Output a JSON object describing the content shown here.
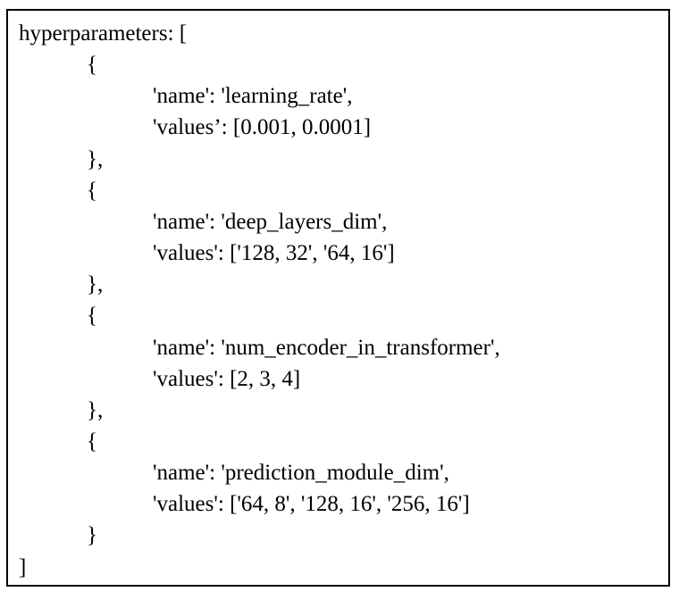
{
  "document": {
    "lines": [
      {
        "text": "hyperparameters: [",
        "indent": 0
      },
      {
        "text": "{",
        "indent": 1
      },
      {
        "text": "'name': 'learning_rate',",
        "indent": 2
      },
      {
        "text": "'values’: [0.001, 0.0001]",
        "indent": 2
      },
      {
        "text": "},",
        "indent": 1
      },
      {
        "text": "{",
        "indent": 1
      },
      {
        "text": "'name': 'deep_layers_dim',",
        "indent": 2
      },
      {
        "text": "'values': ['128, 32', '64, 16']",
        "indent": 2
      },
      {
        "text": "},",
        "indent": 1
      },
      {
        "text": "{",
        "indent": 1
      },
      {
        "text": "'name': 'num_encoder_in_transformer',",
        "indent": 2
      },
      {
        "text": "'values': [2, 3, 4]",
        "indent": 2
      },
      {
        "text": "},",
        "indent": 1
      },
      {
        "text": "{",
        "indent": 1
      },
      {
        "text": "'name': 'prediction_module_dim',",
        "indent": 2
      },
      {
        "text": "'values': ['64, 8', '128, 16', '256, 16']",
        "indent": 2
      },
      {
        "text": "}",
        "indent": 1
      },
      {
        "text": "]",
        "indent": 0
      }
    ]
  }
}
